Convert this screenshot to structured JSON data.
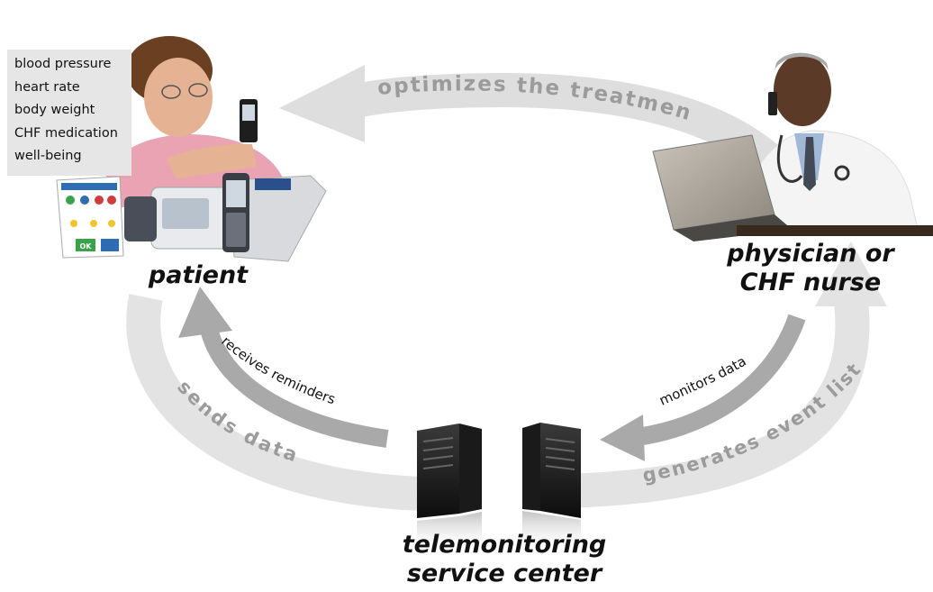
{
  "measurements": [
    "blood pressure",
    "heart rate",
    "body weight",
    "CHF medication",
    "well-being"
  ],
  "actors": {
    "patient": "patient",
    "physician_line1": "physician or",
    "physician_line2": "CHF nurse",
    "center_line1": "telemonitoring",
    "center_line2": "service center"
  },
  "flows": {
    "optimizes": "optimizes the treatment",
    "sends_data": "sends data",
    "receives_reminders": "receives reminders",
    "monitors_data": "monitors data",
    "generates_event_list": "generates event list"
  },
  "device_screen": {
    "button_label": "OK"
  },
  "colors": {
    "arrow_light": "#dedede",
    "arrow_dark": "#a9a9a9",
    "label_on_arrow": "#9b9b9b",
    "text": "#111111"
  }
}
